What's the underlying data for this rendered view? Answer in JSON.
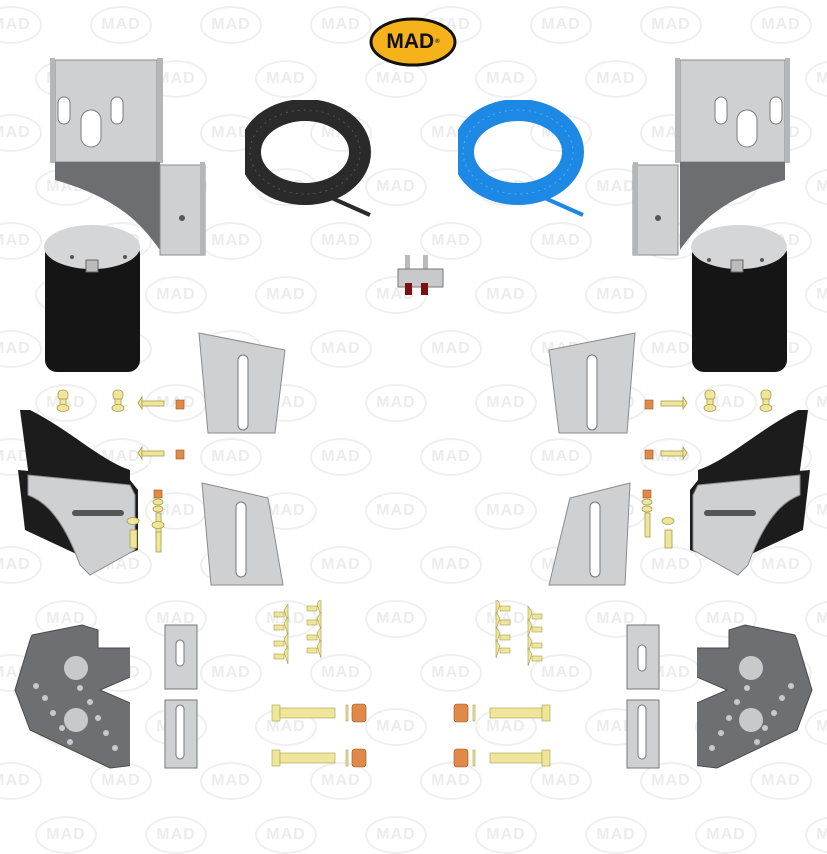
{
  "brand": {
    "logo_text": "MAD",
    "registered_mark": "®",
    "logo_fill": "#f5b21a",
    "logo_outline": "#111111"
  },
  "watermark": {
    "text": "MAD",
    "color": "#ececec"
  },
  "kit": {
    "components": [
      {
        "name": "upper-bracket-left",
        "color": "#c8c9cb"
      },
      {
        "name": "upper-bracket-right",
        "color": "#c8c9cb"
      },
      {
        "name": "air-line-black",
        "color": "#2a2a2a"
      },
      {
        "name": "air-line-blue",
        "color": "#1e88e5"
      },
      {
        "name": "t-connector",
        "color": "#b0b2b5"
      },
      {
        "name": "air-spring-left",
        "color": "#111111"
      },
      {
        "name": "air-spring-right",
        "color": "#111111"
      },
      {
        "name": "spacer-plate-left-upper",
        "color": "#c8c9cb"
      },
      {
        "name": "spacer-plate-left-lower",
        "color": "#c8c9cb"
      },
      {
        "name": "spacer-plate-right-upper",
        "color": "#c8c9cb"
      },
      {
        "name": "spacer-plate-right-lower",
        "color": "#c8c9cb"
      },
      {
        "name": "lower-bracket-left",
        "color": "#c8c9cb"
      },
      {
        "name": "lower-bracket-right",
        "color": "#c8c9cb"
      },
      {
        "name": "axle-plate-left",
        "color": "#6e6f72"
      },
      {
        "name": "axle-plate-right",
        "color": "#6e6f72"
      },
      {
        "name": "shim-left-short",
        "color": "#c8c9cb"
      },
      {
        "name": "shim-left-long",
        "color": "#c8c9cb"
      },
      {
        "name": "shim-right-short",
        "color": "#c8c9cb"
      },
      {
        "name": "shim-right-long",
        "color": "#c8c9cb"
      },
      {
        "name": "countersunk-bolts-left",
        "count": 8,
        "color": "#efe69a"
      },
      {
        "name": "countersunk-bolts-right",
        "count": 8,
        "color": "#efe69a"
      },
      {
        "name": "long-bolts-left",
        "count": 2,
        "color": "#efe69a"
      },
      {
        "name": "long-bolts-right",
        "count": 2,
        "color": "#efe69a"
      },
      {
        "name": "nuts",
        "color": "#e08a4a"
      }
    ]
  }
}
